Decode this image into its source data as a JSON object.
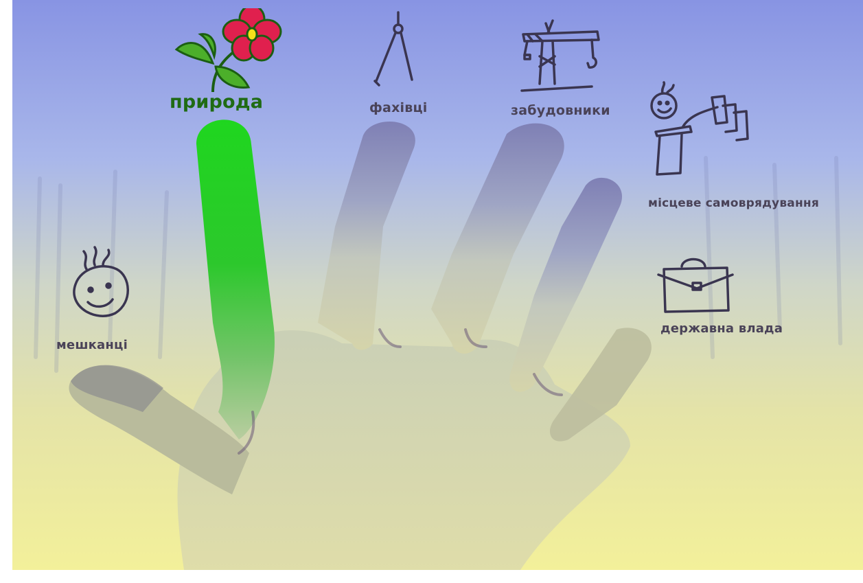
{
  "labels": {
    "nature": "природа",
    "specialists": "фахівці",
    "developers": "забудовники",
    "local_government": "місцеве самоврядування",
    "state_power": "державна влада",
    "residents": "мешканці"
  },
  "colors": {
    "highlight_finger": "#22cc22",
    "nature_label": "#1f6b14",
    "text": "#4a4358",
    "sky_top": "#8f9be8",
    "ground_bottom": "#f1ee9a"
  },
  "icons": [
    "flower-icon",
    "compass-icon",
    "crane-icon",
    "official-icon",
    "briefcase-icon",
    "smiley-face-icon"
  ]
}
